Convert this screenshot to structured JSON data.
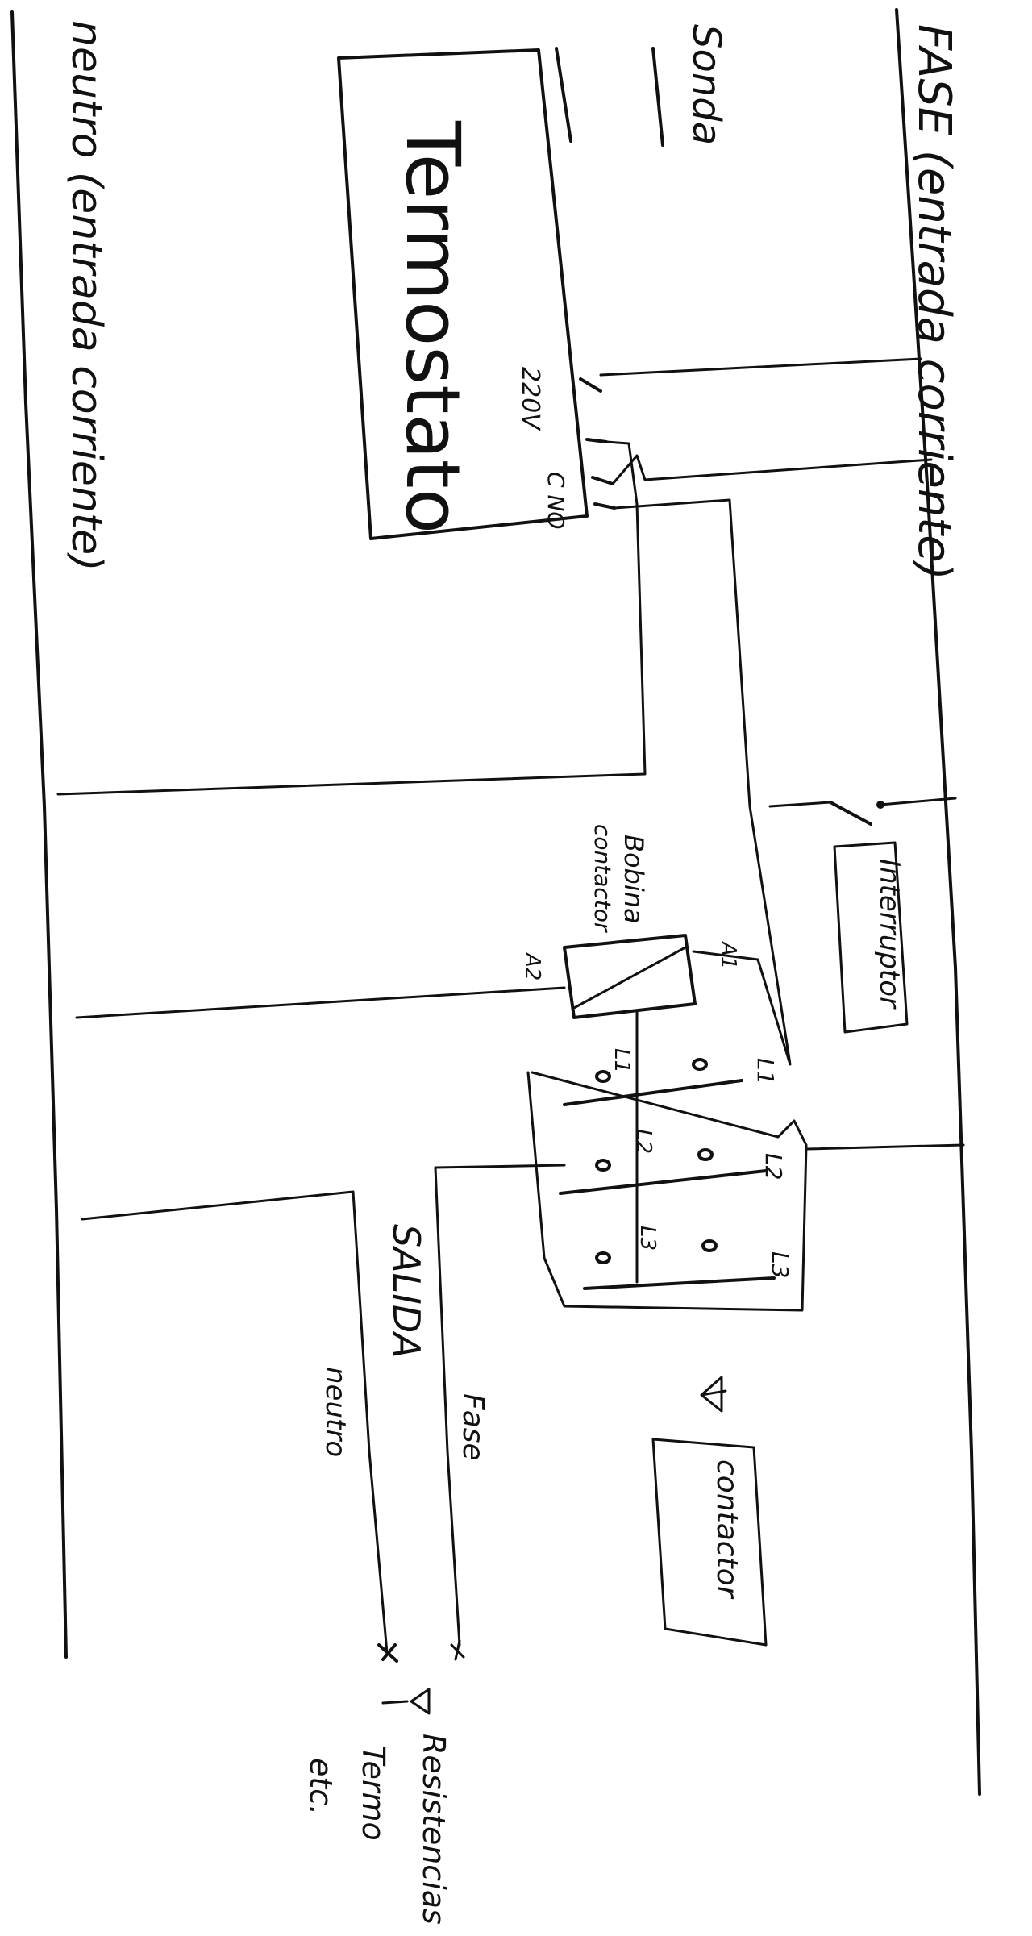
{
  "labels": {
    "fase": "FASE (entrada corriente)",
    "neutro": "neutro (entrada corriente)",
    "sonda": "Sonda",
    "termostato": "Termostato",
    "volt_220": "220V",
    "c_no": "C NO",
    "bobina": "Bobina",
    "contactor_coil": "contactor",
    "interruptor": "Interruptor",
    "a1": "A1",
    "a2": "A2",
    "l1_in": "L1",
    "l2_in": "L2",
    "l3_in": "L3",
    "l1_out": "L1",
    "l2_out": "L2",
    "l3_out": "L3",
    "contactor_box": "contactor",
    "salida": "SALIDA",
    "neutro_out": "neutro",
    "fase_out": "Fase",
    "resistencias": "Resistencias",
    "termo": "Termo",
    "etc": "etc."
  }
}
